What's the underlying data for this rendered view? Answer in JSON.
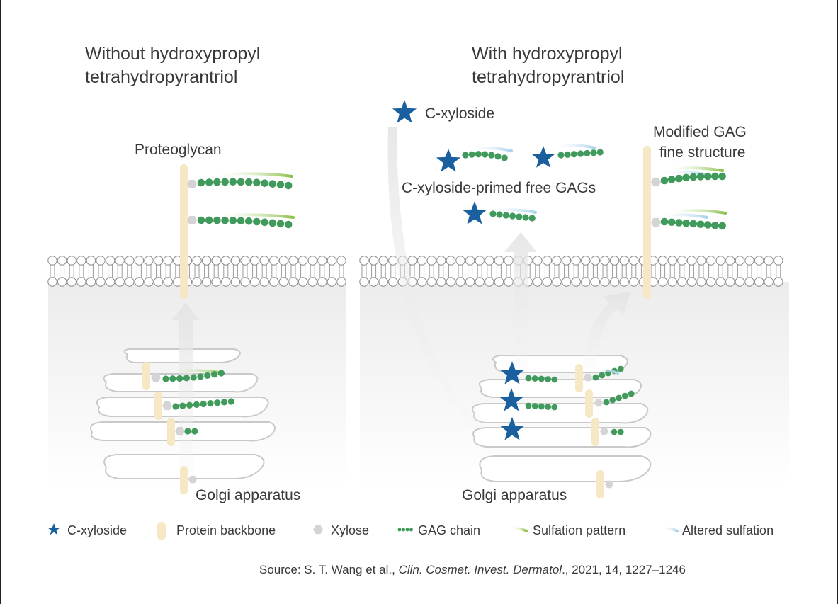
{
  "left_panel": {
    "title_line1": "Without hydroxypropyl",
    "title_line2": "tetrahydropyrantriol",
    "proteoglycan_label": "Proteoglycan",
    "golgi_label": "Golgi apparatus"
  },
  "right_panel": {
    "title_line1": "With hydroxypropyl",
    "title_line2": "tetrahydropyrantriol",
    "cxyloside_label": "C-xyloside",
    "free_gags_label": "C-xyloside-primed free GAGs",
    "modified_line1": "Modified GAG",
    "modified_line2": "fine structure",
    "golgi_label": "Golgi apparatus"
  },
  "legend": [
    {
      "label": "C-xyloside",
      "icon": "star-icon"
    },
    {
      "label": "Protein backbone",
      "icon": "protein-backbone-icon"
    },
    {
      "label": "Xylose",
      "icon": "hexagon-icon"
    },
    {
      "label": "GAG chain",
      "icon": "gag-chain-icon"
    },
    {
      "label": "Sulfation pattern",
      "icon": "sulfation-icon"
    },
    {
      "label": "Altered sulfation",
      "icon": "altered-sulfation-icon"
    }
  ],
  "source": {
    "prefix": "Source: S. T. Wang et al., ",
    "journal": "Clin. Cosmet. Invest. Dermatol",
    "suffix": "., 2021, 14, 1227–1246"
  },
  "colors": {
    "star": "#1a5f9e",
    "gag": "#3f9a5c",
    "protein": "#f6e8c4",
    "xylose": "#d4d4d4",
    "sulfation": "#8cc04a",
    "altered": "#b8d9ee"
  }
}
